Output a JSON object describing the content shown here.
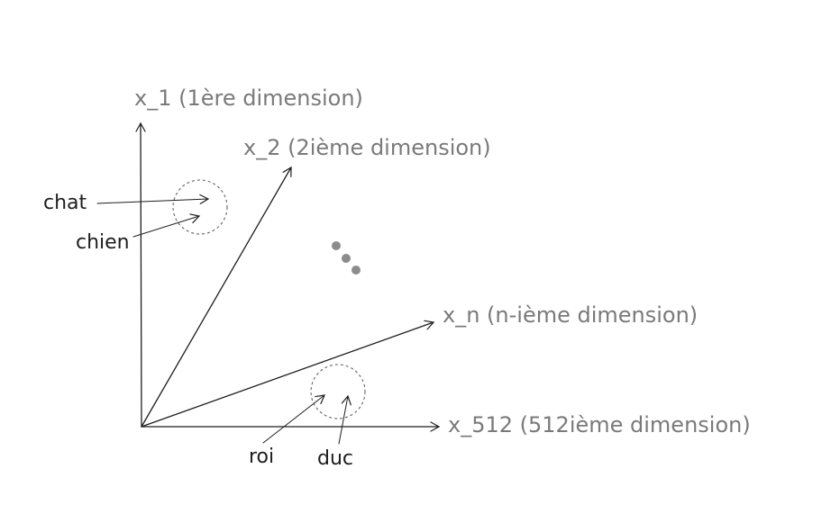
{
  "axes": {
    "x1": "x_1 (1ère dimension)",
    "x2": "x_2 (2ième dimension)",
    "xn": "x_n (n-ième dimension)",
    "x512": "x_512 (512ième dimension)"
  },
  "words": {
    "chat": "chat",
    "chien": "chien",
    "roi": "roi",
    "duc": "duc"
  },
  "colors": {
    "axis_text": "#7a7a7a",
    "lines": "#1e1e1e",
    "ellipsis_dots": "#8c8c8c"
  }
}
